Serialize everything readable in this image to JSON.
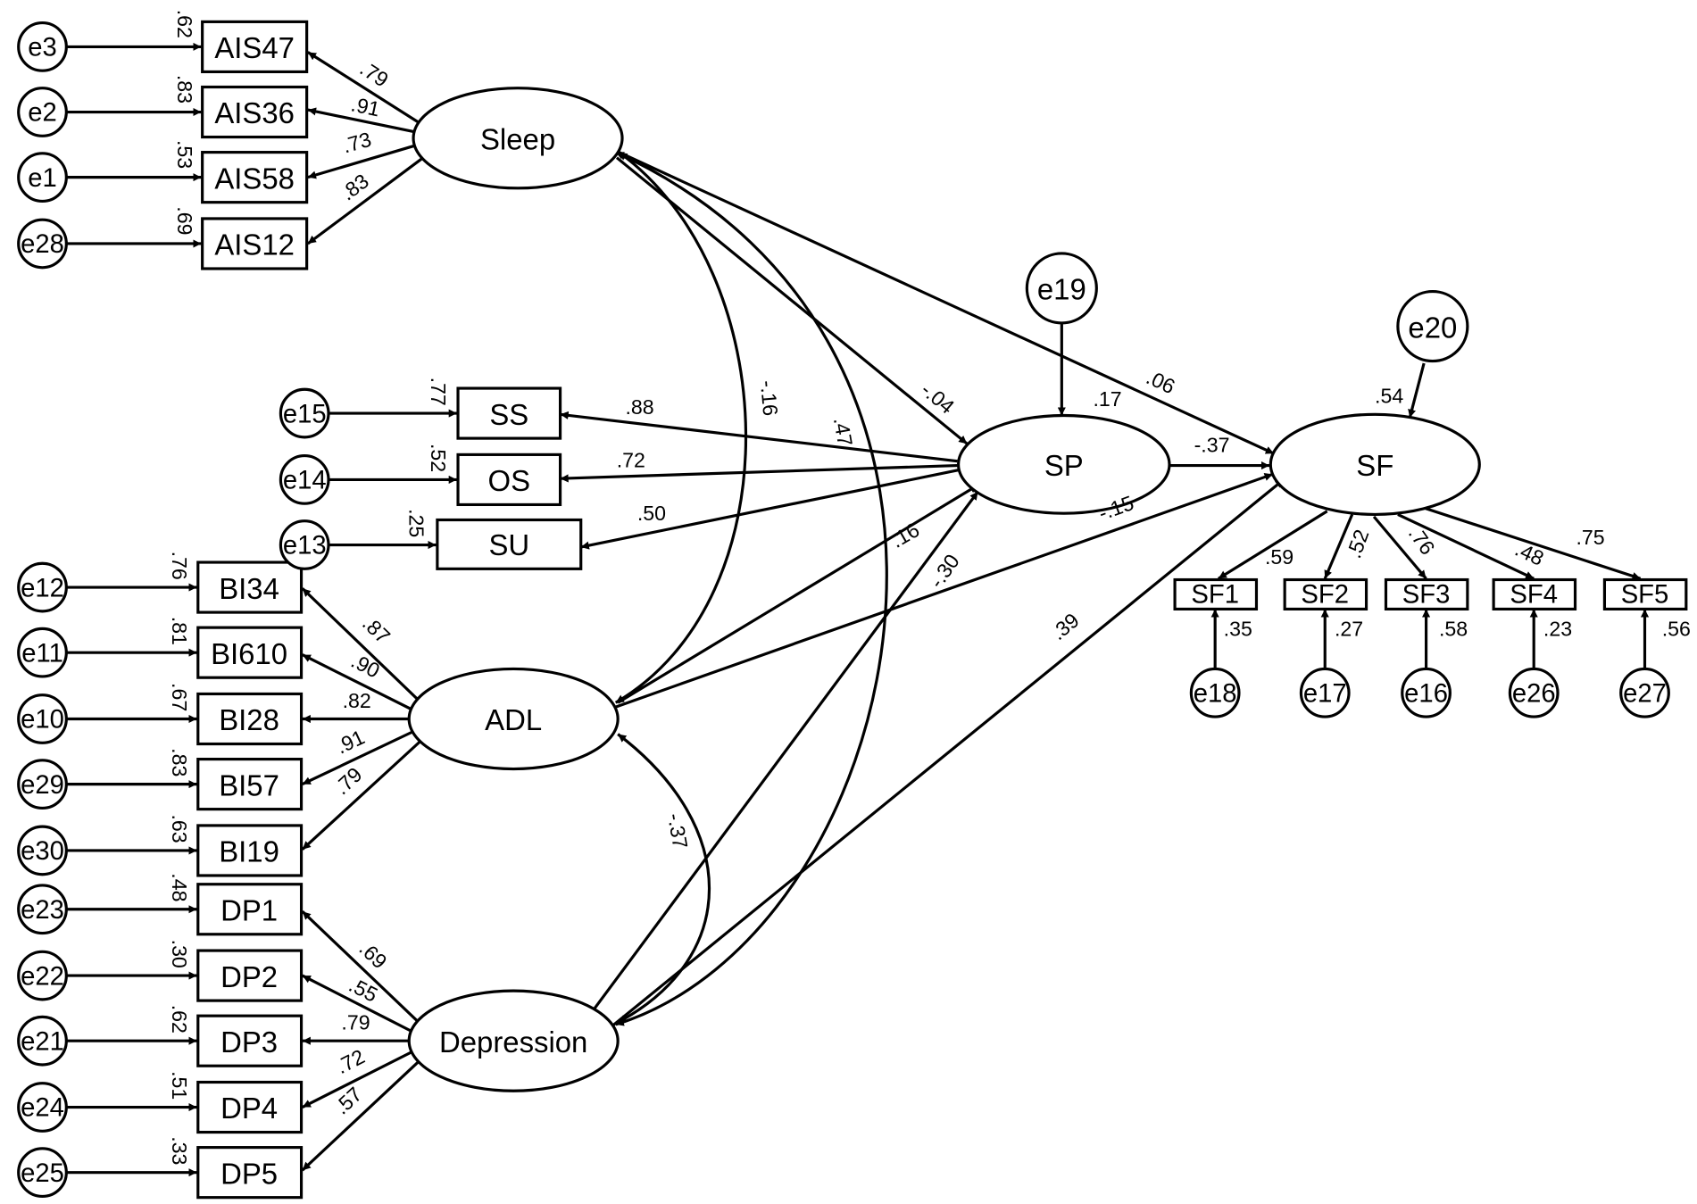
{
  "latents": {
    "sleep": "Sleep",
    "adl": "ADL",
    "depression": "Depression",
    "sp": "SP",
    "sf": "SF"
  },
  "indicators": {
    "ais47": "AIS47",
    "ais36": "AIS36",
    "ais58": "AIS58",
    "ais12": "AIS12",
    "ss": "SS",
    "os": "OS",
    "su": "SU",
    "bi34": "BI34",
    "bi610": "BI610",
    "bi28": "BI28",
    "bi57": "BI57",
    "bi19": "BI19",
    "dp1": "DP1",
    "dp2": "DP2",
    "dp3": "DP3",
    "dp4": "DP4",
    "dp5": "DP5",
    "sf1": "SF1",
    "sf2": "SF2",
    "sf3": "SF3",
    "sf4": "SF4",
    "sf5": "SF5"
  },
  "errors": {
    "e3": "e3",
    "e2": "e2",
    "e1": "e1",
    "e28": "e28",
    "e15": "e15",
    "e14": "e14",
    "e13": "e13",
    "e12": "e12",
    "e11": "e11",
    "e10": "e10",
    "e29": "e29",
    "e30": "e30",
    "e23": "e23",
    "e22": "e22",
    "e21": "e21",
    "e24": "e24",
    "e25": "e25",
    "e19": "e19",
    "e20": "e20",
    "e18": "e18",
    "e17": "e17",
    "e16": "e16",
    "e26": "e26",
    "e27": "e27"
  },
  "r2": {
    "ais47": ".62",
    "ais36": ".83",
    "ais58": ".53",
    "ais12": ".69",
    "ss": ".77",
    "os": ".52",
    "su": ".25",
    "bi34": ".76",
    "bi610": ".81",
    "bi28": ".67",
    "bi57": ".83",
    "bi19": ".63",
    "dp1": ".48",
    "dp2": ".30",
    "dp3": ".62",
    "dp4": ".51",
    "dp5": ".33",
    "sp": ".17",
    "sf": ".54",
    "sf1": ".35",
    "sf2": ".27",
    "sf3": ".58",
    "sf4": ".23",
    "sf5": ".56"
  },
  "loadings": {
    "ais47": ".79",
    "ais36": ".91",
    "ais58": ".73",
    "ais12": ".83",
    "ss": ".88",
    "os": ".72",
    "su": ".50",
    "bi34": ".87",
    "bi610": ".90",
    "bi28": ".82",
    "bi57": ".91",
    "bi19": ".79",
    "dp1": ".69",
    "dp2": ".55",
    "dp3": ".79",
    "dp4": ".72",
    "dp5": ".57",
    "sf1": ".59",
    "sf2": ".52",
    "sf3": ".76",
    "sf4": ".48",
    "sf5": ".75"
  },
  "paths": {
    "sleep_sp": "-.04",
    "sleep_sf": ".06",
    "sp_sf": "-.37",
    "adl_sp": ".16",
    "adl_sf": "-.15",
    "depression_sp": "-.30",
    "depression_sf": ".39"
  },
  "covariances": {
    "sleep_adl": "-.16",
    "sleep_depression": ".47",
    "adl_depression": "-.37"
  }
}
